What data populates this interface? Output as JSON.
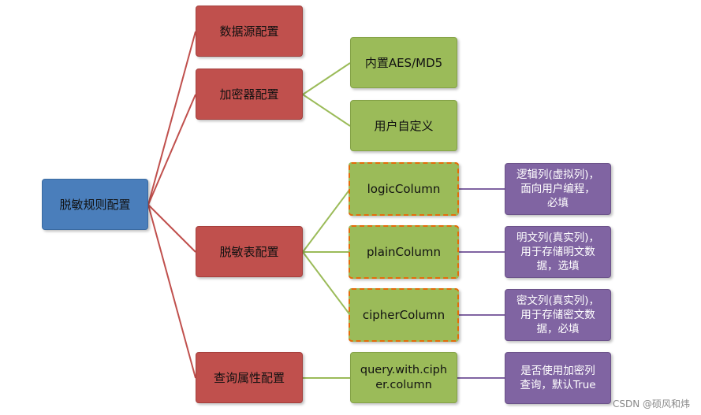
{
  "root": {
    "label": "脱敏规则配置"
  },
  "branches": {
    "datasource": {
      "label": "数据源配置"
    },
    "encryptor": {
      "label": "加密器配置"
    },
    "table": {
      "label": "脱敏表配置"
    },
    "query": {
      "label": "查询属性配置"
    }
  },
  "encryptor_children": {
    "builtin": {
      "label": "内置AES/MD5"
    },
    "custom": {
      "label": "用户自定义"
    }
  },
  "table_children": {
    "logic": {
      "label": "logicColumn",
      "desc": "逻辑列(虚拟列)，\n面向用户编程，\n必填"
    },
    "plain": {
      "label": "plainColumn",
      "desc": "明文列(真实列)，\n用于存储明文数\n据，选填"
    },
    "cipher": {
      "label": "cipherColumn",
      "desc": "密文列(真实列)，\n用于存储密文数\n据，必填"
    }
  },
  "query_child": {
    "label": "query.with.ciph\ner.column",
    "desc": "是否使用加密列\n查询，默认True"
  },
  "watermark": "CSDN @硕风和炜",
  "colors": {
    "root": "#4a7ebb",
    "branch": "#c0504d",
    "leaf": "#9bbb59",
    "desc": "#8064a2",
    "dash": "#e46c0a",
    "root_link": "#c0504d",
    "leaf_link": "#9bbb59",
    "desc_link": "#8064a2"
  }
}
